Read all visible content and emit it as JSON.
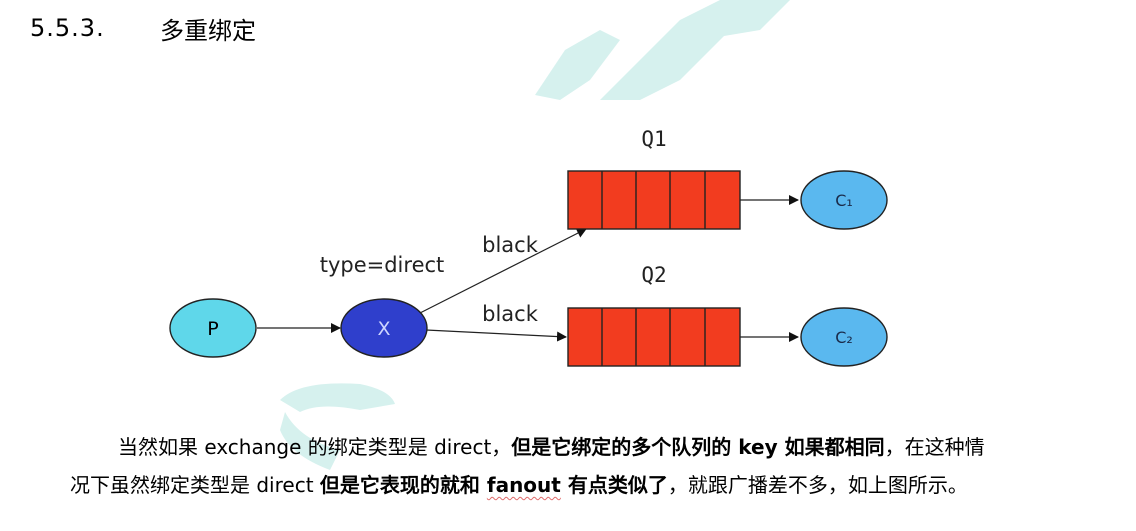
{
  "heading": {
    "number": "5.5.3.",
    "title": "多重绑定"
  },
  "diagram": {
    "producer": "P",
    "exchange": "X",
    "exchange_type": "type=direct",
    "queue1": "Q1",
    "queue2": "Q2",
    "binding1": "black",
    "binding2": "black",
    "consumer1": "C₁",
    "consumer2": "C₂",
    "colors": {
      "producer": "#5fd7ea",
      "exchange": "#2f3fcc",
      "queue": "#f23c1f",
      "consumer": "#5ab8ef",
      "watermark": "#d6f1ee"
    }
  },
  "paragraph": {
    "l1_a": "当然如果 exchange 的绑定类型是 direct，",
    "l1_b": "但是它绑定的多个队列的 key 如果都相同",
    "l1_c": "，在这种情",
    "l2_a": "况下虽然绑定类型是 direct ",
    "l2_b": "但是它表现的就和 ",
    "l2_c": "fanout",
    "l2_d": " 有点类似了",
    "l2_e": "，就跟广播差不多，如上图所示。"
  }
}
